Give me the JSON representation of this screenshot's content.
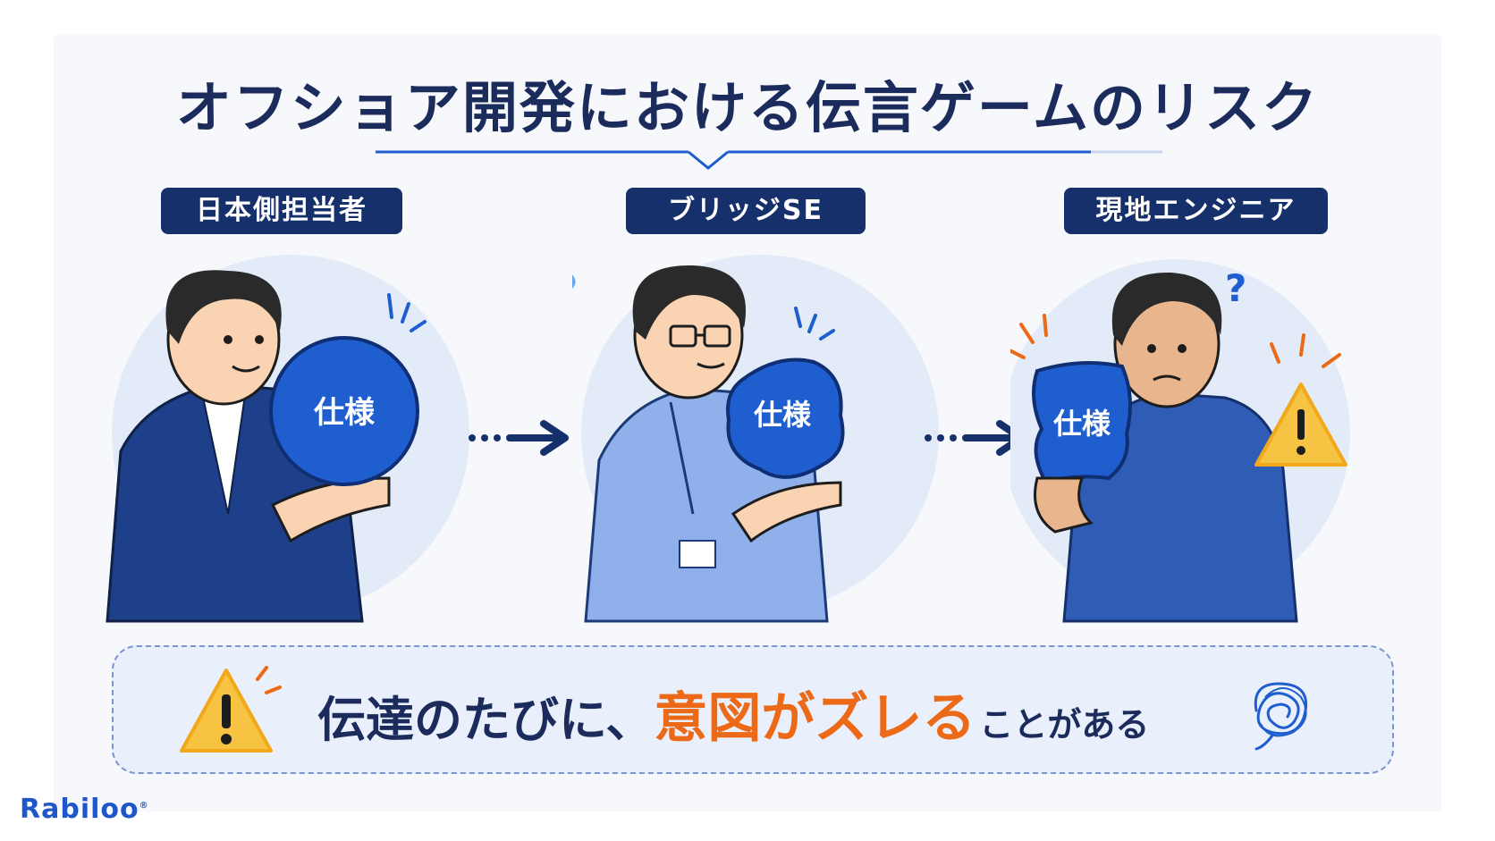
{
  "title": "オフショア開発における伝言ゲームのリスク",
  "stages": [
    {
      "label": "日本側担当者",
      "item_label": "仕様"
    },
    {
      "label": "ブリッジSE",
      "item_label": "仕様"
    },
    {
      "label": "現地エンジニア",
      "item_label": "仕様"
    }
  ],
  "warning": {
    "part1": "伝達のたびに、",
    "highlight": "意図がズレる",
    "part3": "ことがある"
  },
  "logo": {
    "name": "Rabiloo",
    "mark": "®"
  },
  "colors": {
    "navy": "#16306b",
    "blue": "#1f5ecf",
    "orange": "#ec6a17",
    "warning_yellow": "#f6c343"
  }
}
